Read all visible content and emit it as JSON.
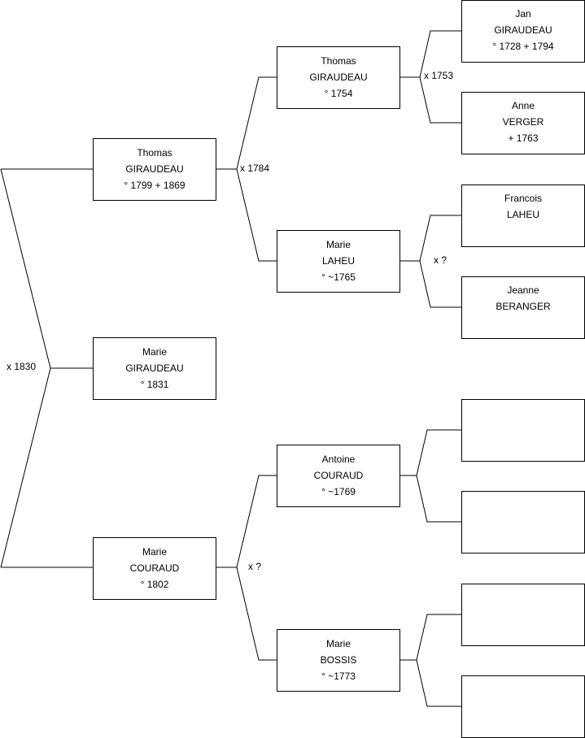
{
  "persons": {
    "p1": {
      "line1": "Marie",
      "line2": "GIRAUDEAU",
      "line3": "° 1831"
    },
    "p2": {
      "line1": "Thomas",
      "line2": "GIRAUDEAU",
      "line3": "° 1799 + 1869"
    },
    "p3": {
      "line1": "Marie",
      "line2": "COURAUD",
      "line3": "° 1802"
    },
    "p4": {
      "line1": "Thomas",
      "line2": "GIRAUDEAU",
      "line3": "° 1754"
    },
    "p5": {
      "line1": "Marie",
      "line2": "LAHEU",
      "line3": "° ~1765"
    },
    "p6": {
      "line1": "Antoine",
      "line2": "COURAUD",
      "line3": "° ~1769"
    },
    "p7": {
      "line1": "Marie",
      "line2": "BOSSIS",
      "line3": "° ~1773"
    },
    "p8": {
      "line1": "Jan",
      "line2": "GIRAUDEAU",
      "line3": "° 1728 + 1794"
    },
    "p9": {
      "line1": "Anne",
      "line2": "VERGER",
      "line3": "+ 1763"
    },
    "p10": {
      "line1": "Francois",
      "line2": "LAHEU",
      "line3": ""
    },
    "p11": {
      "line1": "Jeanne",
      "line2": "BERANGER",
      "line3": ""
    },
    "p12": {
      "line1": "",
      "line2": "",
      "line3": ""
    },
    "p13": {
      "line1": "",
      "line2": "",
      "line3": ""
    },
    "p14": {
      "line1": "",
      "line2": "",
      "line3": ""
    },
    "p15": {
      "line1": "",
      "line2": "",
      "line3": ""
    }
  },
  "marriages": {
    "m1": "x 1830",
    "m2": "x 1784",
    "m3": "x ?",
    "m4": "x 1753",
    "m5": "x ?"
  },
  "colors": {
    "line": "#000000",
    "box_border": "#000000",
    "background": "#ffffff"
  }
}
